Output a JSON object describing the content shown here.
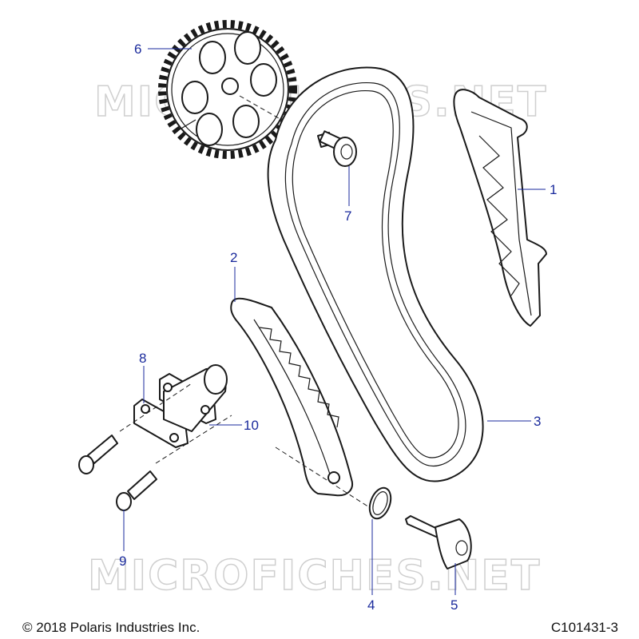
{
  "watermark": "MICROFICHES.NET",
  "callouts": {
    "c1": "1",
    "c2": "2",
    "c3": "3",
    "c4": "4",
    "c5": "5",
    "c6": "6",
    "c7": "7",
    "c8": "8",
    "c9": "9",
    "c10": "10"
  },
  "footer": {
    "copyright": "© 2018 Polaris Industries Inc.",
    "drawing_number": "C101431-3"
  },
  "colors": {
    "callout": "#1a2a9c",
    "line": "#1a1a1a",
    "watermark": "#cfcfcf"
  }
}
